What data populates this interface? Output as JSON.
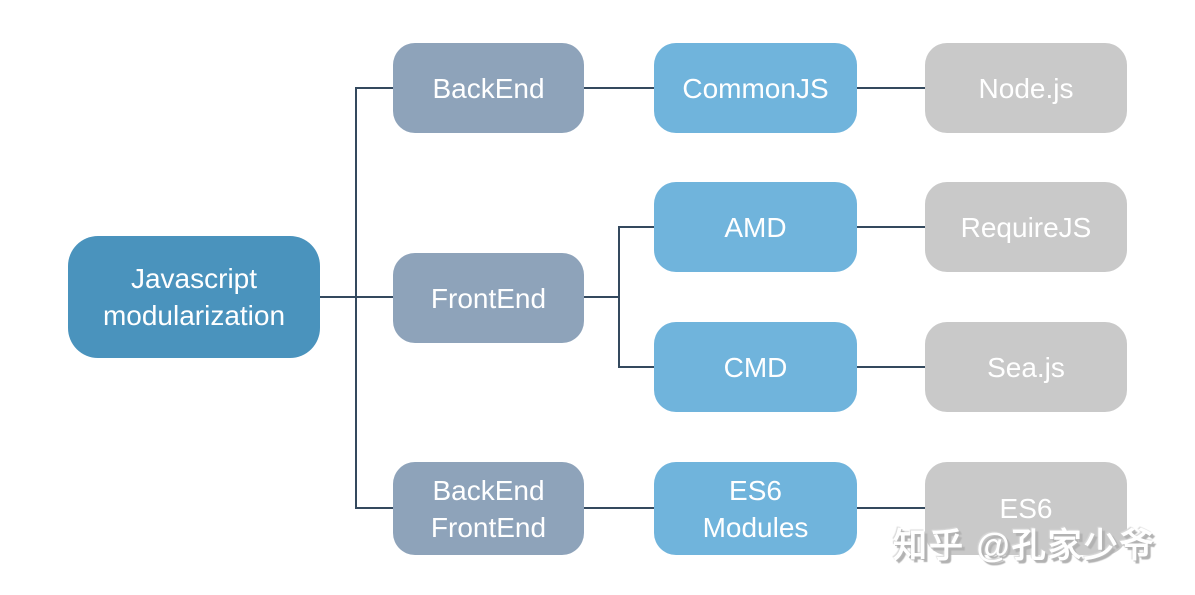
{
  "tree": {
    "root": {
      "label": "Javascript modularization"
    },
    "branches": [
      {
        "category": {
          "label": "BackEnd"
        },
        "children": [
          {
            "spec": {
              "label": "CommonJS"
            },
            "implementation": {
              "label": "Node.js"
            }
          }
        ]
      },
      {
        "category": {
          "label": "FrontEnd"
        },
        "children": [
          {
            "spec": {
              "label": "AMD"
            },
            "implementation": {
              "label": "RequireJS"
            }
          },
          {
            "spec": {
              "label": "CMD"
            },
            "implementation": {
              "label": "Sea.js"
            }
          }
        ]
      },
      {
        "category": {
          "label": "BackEnd\nFrontEnd"
        },
        "children": [
          {
            "spec": {
              "label": "ES6\nModules"
            },
            "implementation": {
              "label": "ES6"
            }
          }
        ]
      }
    ]
  },
  "watermark": {
    "text": "知乎 @孔家少爷"
  },
  "colors": {
    "root_fill": "#4A93BD",
    "category_fill": "#8EA3BA",
    "spec_fill": "#70B4DC",
    "implementation_fill": "#C9C9C9",
    "connector": "#34495E",
    "node_text": "#FFFFFF",
    "background": "#FFFFFF"
  }
}
